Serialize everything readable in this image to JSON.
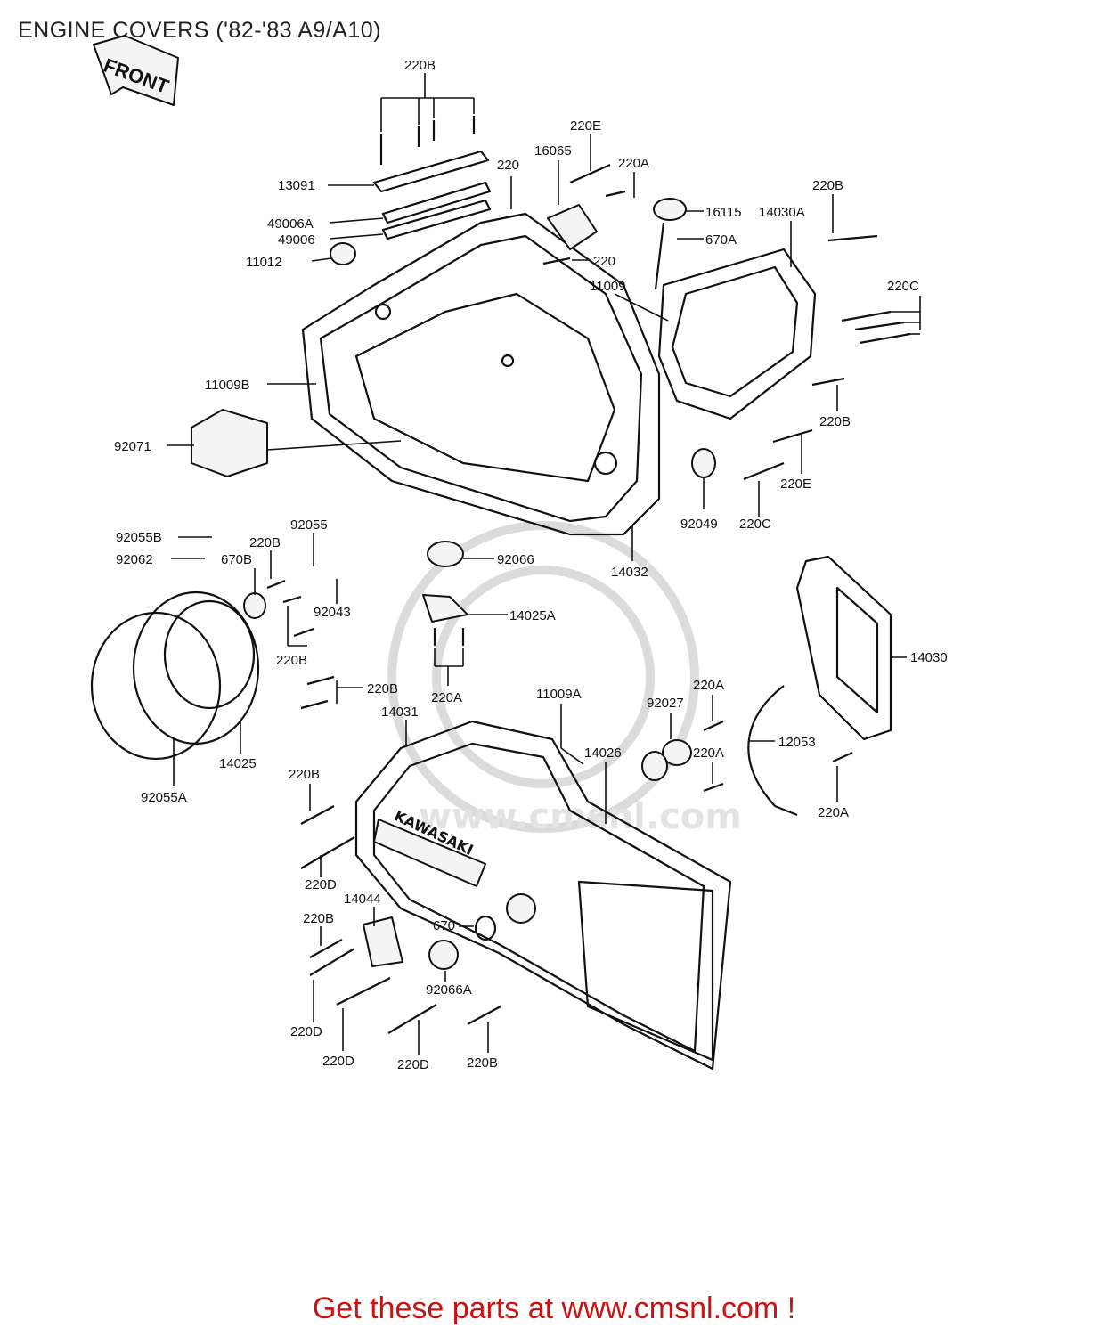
{
  "title": "ENGINE COVERS ('82-'83 A9/A10)",
  "front_label": "FRONT",
  "brand_label": "KAWASAKI",
  "footer": "Get these parts at www.cmsnl.com !",
  "parts": {
    "p220B_top": "220B",
    "p13091": "13091",
    "p49006A": "49006A",
    "p49006": "49006",
    "p11012": "11012",
    "p220_a": "220",
    "p220E_top": "220E",
    "p16065": "16065",
    "p220A_top": "220A",
    "p220_b": "220",
    "p16115": "16115",
    "p670A": "670A",
    "p14030A": "14030A",
    "p220B_right": "220B",
    "p11009": "11009",
    "p220C_right": "220C",
    "p11009B": "11009B",
    "p92071": "92071",
    "p220B_mid_right": "220B",
    "p220E_right": "220E",
    "p92049": "92049",
    "p220C_low": "220C",
    "p14032": "14032",
    "p92055B": "92055B",
    "p92062": "92062",
    "p220B_left": "220B",
    "p670B": "670B",
    "p92055": "92055",
    "p92066": "92066",
    "p92043": "92043",
    "p14025A": "14025A",
    "p220B_left2": "220B",
    "p220B_left3": "220B",
    "p220A_mid": "220A",
    "p14030": "14030",
    "p14025": "14025",
    "p92055A": "92055A",
    "p14031": "14031",
    "p11009A": "11009A",
    "p92027": "92027",
    "p220A_r1": "220A",
    "p12053": "12053",
    "p220A_r2": "220A",
    "p14026": "14026",
    "p220A_r3": "220A",
    "p220B_lower": "220B",
    "p220D_1": "220D",
    "p14044": "14044",
    "p220B_lower2": "220B",
    "p670": "670",
    "p92066A": "92066A",
    "p220D_2": "220D",
    "p220D_3": "220D",
    "p220D_4": "220D",
    "p220B_bottom": "220B"
  }
}
